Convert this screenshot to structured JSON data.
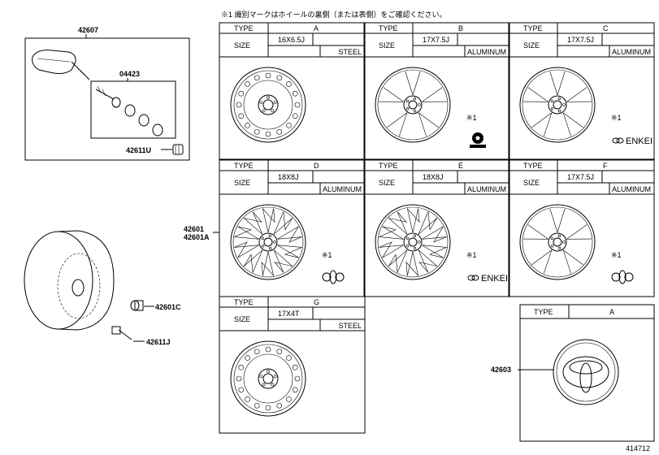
{
  "note": "※1 識別マークはホイールの裏側（または表側）をご確認ください。",
  "parts": {
    "tpms_sensor": "42607",
    "valve_kit": "04423",
    "valve_core": "42611U",
    "wheel": "42601",
    "wheel_alt": "42601A",
    "cap_nut": "42601C",
    "valve": "42611J",
    "ornament": "42603"
  },
  "labels": {
    "type": "TYPE",
    "size": "SIZE",
    "mark_note": "※1",
    "enkei": "ENKEI"
  },
  "wheels": [
    {
      "id": "A",
      "size": "16X6.5J",
      "material": "STEEL",
      "style": "steel16",
      "mark": ""
    },
    {
      "id": "B",
      "size": "17X7.5J",
      "material": "ALUMINUM",
      "style": "alloy-split",
      "mark": "pin"
    },
    {
      "id": "C",
      "size": "17X7.5J",
      "material": "ALUMINUM",
      "style": "alloy-split",
      "mark": "enkei"
    },
    {
      "id": "D",
      "size": "18X8J",
      "material": "ALUMINUM",
      "style": "alloy-mesh",
      "mark": "logo"
    },
    {
      "id": "E",
      "size": "18X8J",
      "material": "ALUMINUM",
      "style": "alloy-mesh",
      "mark": "enkei"
    },
    {
      "id": "F",
      "size": "17X7.5J",
      "material": "ALUMINUM",
      "style": "alloy-split",
      "mark": "logo"
    },
    {
      "id": "G",
      "size": "17X4T",
      "material": "STEEL",
      "style": "steel17",
      "mark": ""
    }
  ],
  "ornament_type": {
    "label": "TYPE",
    "value": "A"
  },
  "diagram_id": "414712"
}
